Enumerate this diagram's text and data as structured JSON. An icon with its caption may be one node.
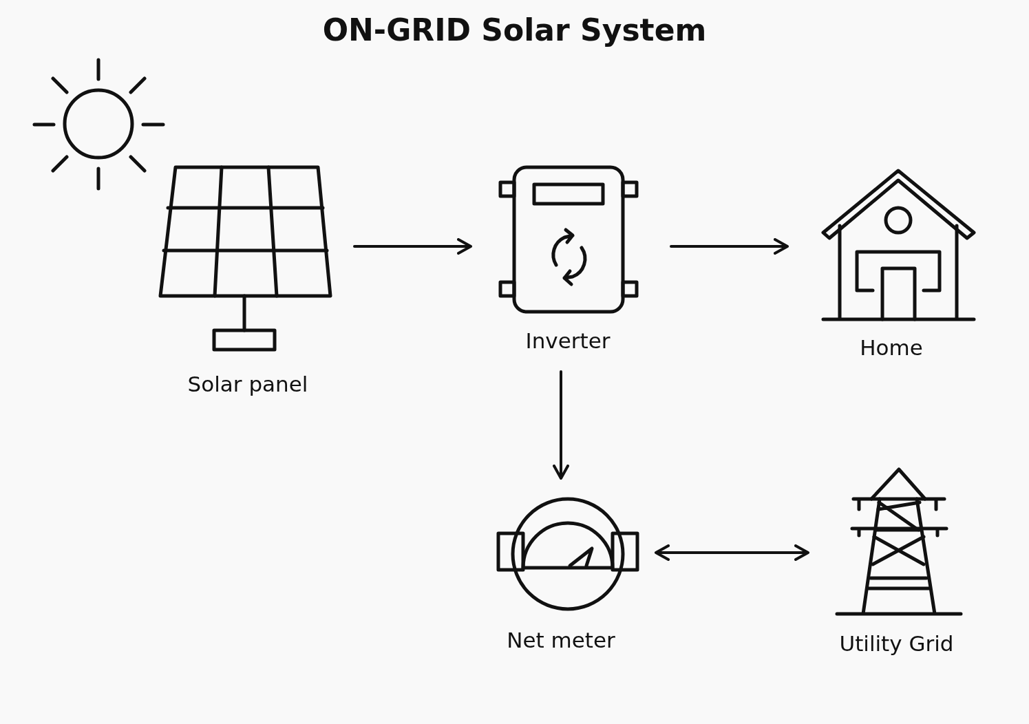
{
  "diagram": {
    "title": "ON-GRID Solar System",
    "nodes": [
      {
        "text": [
          "Solar panel"
        ]
      },
      {
        "text": [
          "Inverter"
        ]
      },
      {
        "text": [
          "Home"
        ]
      },
      {
        "text": [
          "Net meter"
        ]
      },
      {
        "text": [
          "Utility Grid"
        ]
      }
    ],
    "edges": [
      {
        "from": 0,
        "to": 1,
        "arrow": "to"
      },
      {
        "from": 1,
        "to": 2,
        "arrow": "to"
      },
      {
        "from": 1,
        "to": 3,
        "arrow": "to"
      },
      {
        "from": 3,
        "to": 4,
        "arrow": "both"
      }
    ]
  }
}
